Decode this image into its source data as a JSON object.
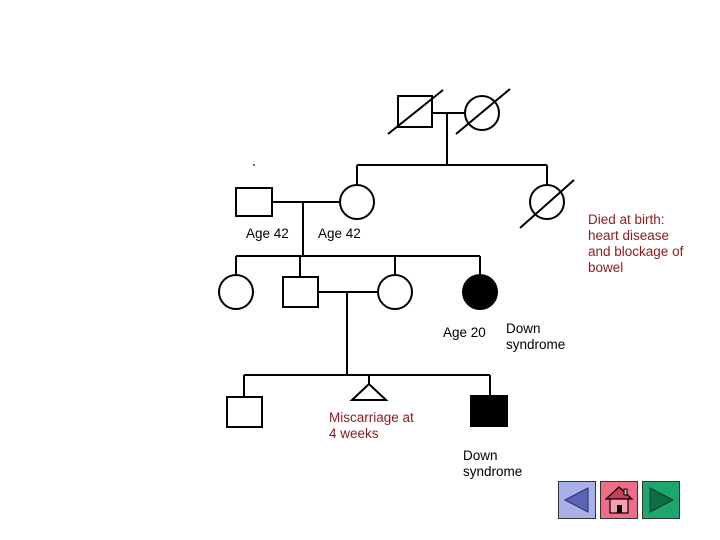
{
  "labels": {
    "grandfather_age": "Age 42",
    "grandmother_age": "Age 42",
    "aunt_note": "Died at birth:\nheart disease\nand blockage of\nbowel",
    "affected_daughter_age": "Age 20",
    "affected_daughter_condition": "Down\nsyndrome",
    "miscarriage_note": "Miscarriage at\n4 weeks",
    "affected_son_condition": "Down\nsyndrome"
  },
  "nav": {
    "back_icon": "triangle-left-icon",
    "home_icon": "house-icon",
    "forward_icon": "triangle-right-icon"
  },
  "colors": {
    "line": "#000000",
    "affected_fill": "#000000",
    "annotation_red": "#8b1a1a",
    "nav_back": "#aab0e8",
    "nav_home": "#ee6e8a",
    "nav_forward": "#1fa56e"
  }
}
